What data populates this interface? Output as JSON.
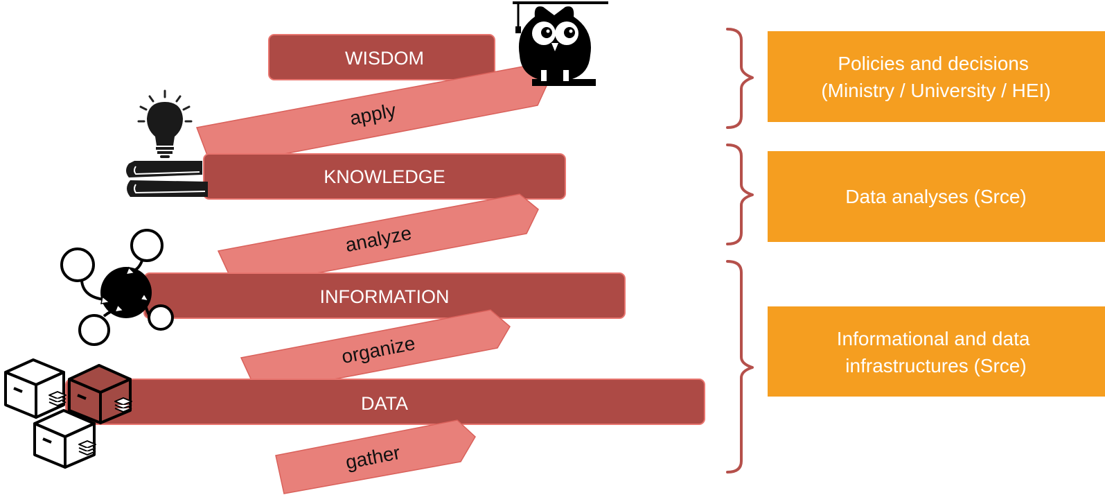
{
  "colors": {
    "level_fill": "#ad4a45",
    "level_stroke": "#e8756f",
    "arrow_fill": "#e8807a",
    "arrow_stroke": "#d9605a",
    "bracket": "#b5504b",
    "box_fill": "#f59e20",
    "box_text": "#ffffff"
  },
  "levels": {
    "wisdom": "WISDOM",
    "knowledge": "KNOWLEDGE",
    "information": "INFORMATION",
    "data": "DATA"
  },
  "actions": {
    "apply": "apply",
    "analyze": "analyze",
    "organize": "organize",
    "gather": "gather"
  },
  "boxes": {
    "policies": [
      "Policies and decisions",
      "(Ministry / University / HEI)"
    ],
    "analyses": [
      "Data analyses (Srce)"
    ],
    "infrastructures": [
      "Informational and data",
      "infrastructures (Srce)"
    ]
  },
  "icons": {
    "wisdom": "owl-graduate-icon",
    "knowledge": "lightbulb-books-icon",
    "information": "network-nodes-icon",
    "data": "data-boxes-icon"
  }
}
